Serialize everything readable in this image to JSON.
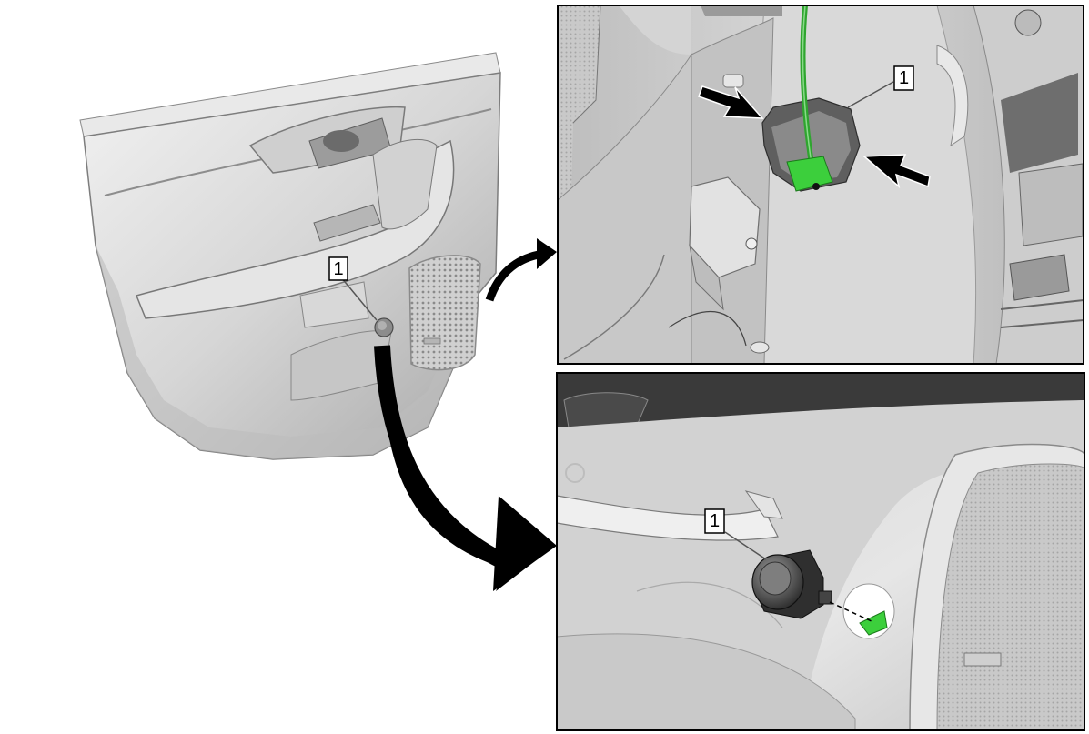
{
  "diagram": {
    "callouts": [
      {
        "id": "door-panel",
        "label": "1"
      },
      {
        "id": "rear-detail",
        "label": "1"
      },
      {
        "id": "front-detail",
        "label": "1"
      }
    ],
    "colors": {
      "wire": "#2fa52f",
      "connector": "#3ccf3c",
      "panel": "#cfcfcf",
      "panel_shadow": "#9a9a9a",
      "arrow": "#000000",
      "frame": "#000000"
    }
  }
}
